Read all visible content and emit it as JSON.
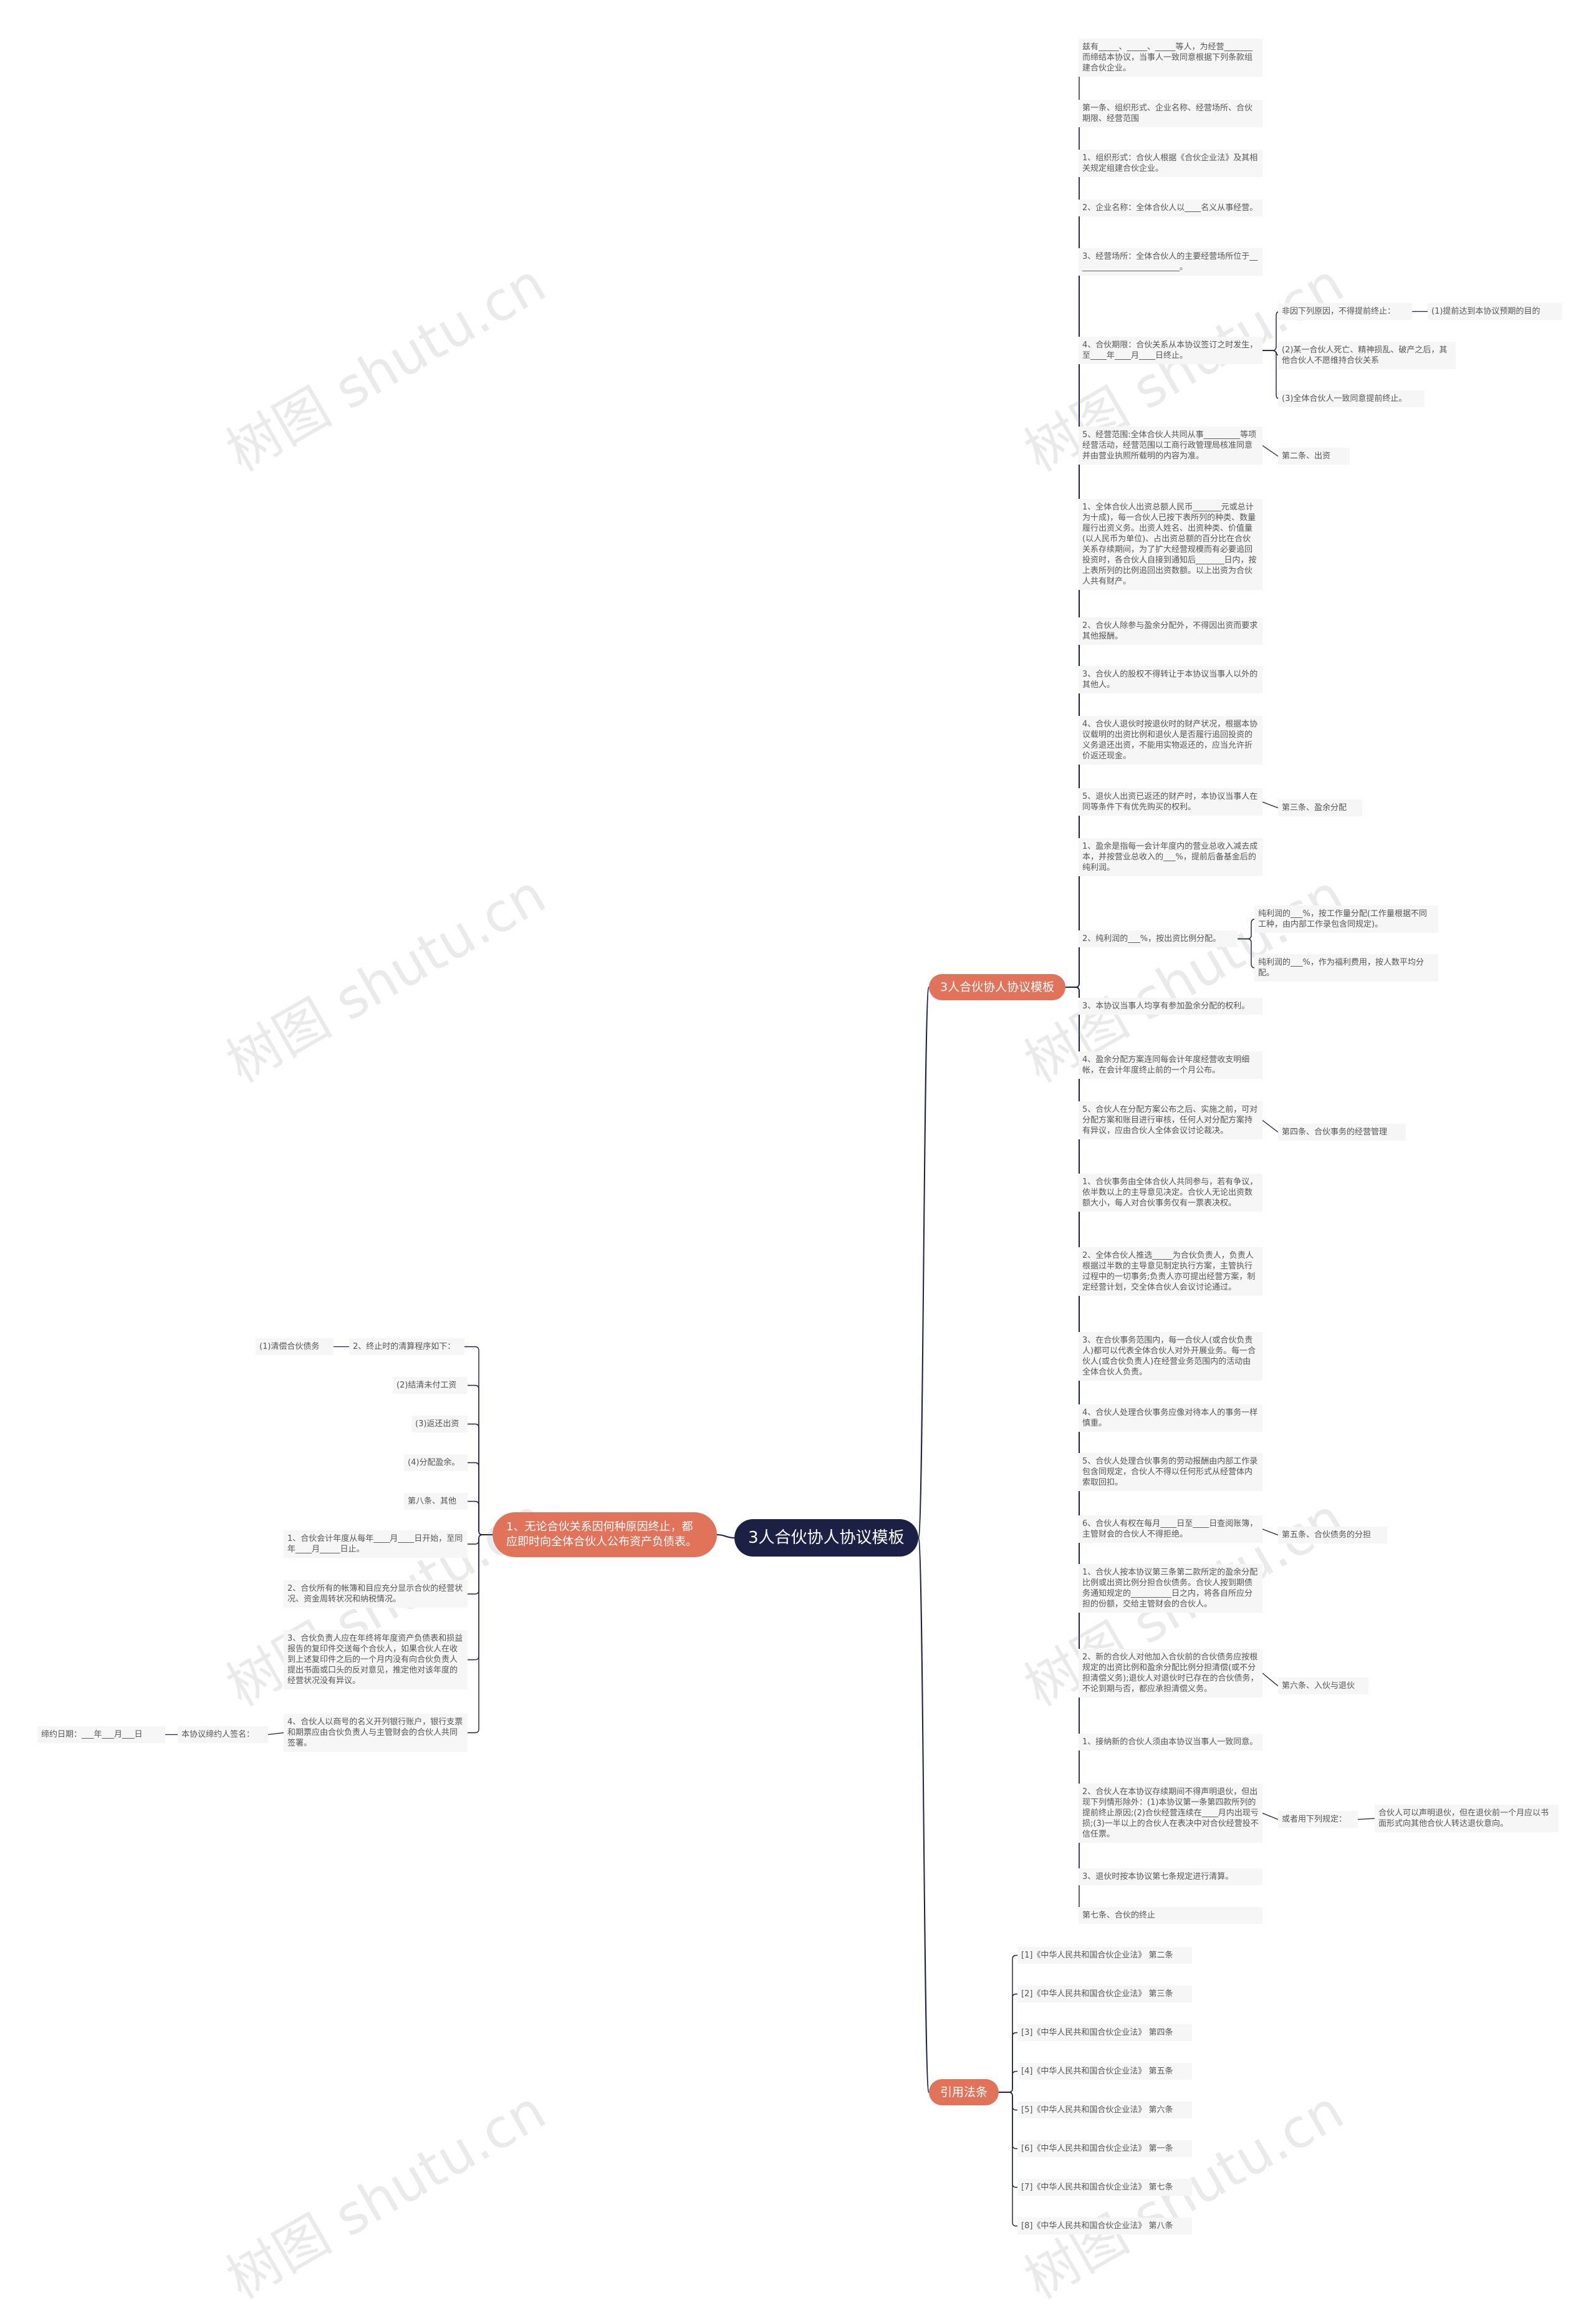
{
  "root": "3人合伙协人协议模板",
  "branches": {
    "template": "3人合伙协人协议模板",
    "refs": "引用法条",
    "left": "1、无论合伙关系因何种原因终止，都应即时向全体合伙人公布资产负债表。"
  },
  "right_items": {
    "r1": "兹有_____、_____、_____等人，为经营_______而缔结本协议，当事人一致同意根据下列条款组建合伙企业。",
    "r2": "第一条、组织形式、企业名称、经营场所、合伙期限、经营范围",
    "r3": "1、组织形式：合伙人根据《合伙企业法》及其相关规定组建合伙企业。",
    "r4": "2、企业名称：全体合伙人以____名义从事经营。",
    "r5": "3、经营场所：全体合伙人的主要经营场所位于__________________________。",
    "r6": "4、合伙期限：合伙关系从本协议签订之时发生，至____年____月____日终止。",
    "r7": "5、经营范围:全体合伙人共同从事_________等项经营活动，经营范围以工商行政管理局核准同意并由营业执照所载明的内容为准。",
    "r8": "1、全体合伙人出资总额人民币_______元或总计为十成)，每一合伙人已按下表所列的种类、数量履行出资义务。出资人姓名、出资种类、价值量(以人民币为单位)、占出资总额的百分比在合伙关系存续期间，为了扩大经营规模而有必要追回投资时，各合伙人自接到通知后_______日内，按上表所列的比例追回出资数额。以上出资为合伙人共有财产。",
    "r9": "2、合伙人除参与盈余分配外，不得因出资而要求其他报酬。",
    "r10": "3、合伙人的股权不得转让于本协议当事人以外的其他人。",
    "r11": "4、合伙人退伙时按退伙时的财产状况，根据本协议载明的出资比例和退伙人是否履行追回投资的义务退还出资，不能用实物返还的，应当允许折价返还现金。",
    "r12": "5、退伙人出资已返还的财产时，本协议当事人在同等条件下有优先购买的权利。",
    "r13": "1、盈余是指每一会计年度内的营业总收入减去成本，并按营业总收入的___%，提前后备基金后的纯利润。",
    "r14": "2、纯利润的___%，按出资比例分配。",
    "r15": "3、本协议当事人均享有参加盈余分配的权利。",
    "r16": "4、盈余分配方案连同每会计年度经营收支明细帐，在会计年度终止前的一个月公布。",
    "r17": "5、合伙人在分配方案公布之后、实施之前，可对分配方案和账目进行审核，任何人对分配方案持有异议，应由合伙人全体会议讨论裁决。",
    "r18": "1、合伙事务由全体合伙人共同参与，若有争议，依半数以上的主导意见决定。合伙人无论出资数额大小，每人对合伙事务仅有一票表决权。",
    "r19": "2、全体合伙人推选_____为合伙负责人，负责人根据过半数的主导意见制定执行方案，主管执行过程中的一切事务;负责人亦可提出经营方案，制定经营计划，交全体合伙人会议讨论通过。",
    "r20": "3、在合伙事务范围内，每一合伙人(或合伙负责人)都可以代表全体合伙人对外开展业务。每一合伙人(或合伙负责人)在经营业务范围内的活动由全体合伙人负责。",
    "r21": "4、合伙人处理合伙事务应像对待本人的事务一样慎重。",
    "r22": "5、合伙人处理合伙事务的劳动报酬由内部工作录包含同规定，合伙人不得以任何形式从经营体内索取回扣。",
    "r23": "6、合伙人有权在每月____日至____日查阅账簿，主管财会的合伙人不得拒绝。",
    "r24": "1、合伙人按本协议第三条第二款所定的盈余分配比例或出资比例分担合伙债务。合伙人按到期债务通知规定的__________日之内，将各自所应分担的份额，交给主管财会的合伙人。",
    "r25": "2、新的合伙人对他加入合伙前的合伙债务应按根规定的出资比例和盈余分配比例分担清偿(或不分担清偿义务);退伙人对退伙时已存在的合伙债务，不论到期与否，都应承担清偿义务。",
    "r26": "1、接纳新的合伙人须由本协议当事人一致同意。",
    "r27": "2、合伙人在本协议存续期间不得声明退伙，但出现下列情形除外：(1)本协议第一条第四款所列的提前终止原因;(2)合伙经营连续在____月内出现亏损;(3)一半以上的合伙人在表决中对合伙经营投不信任票。",
    "r28": "3、退伙时按本协议第七条规定进行清算。",
    "r29": "第七条、合伙的终止"
  },
  "level3": {
    "s1": "非因下列原因，不得提前终止：",
    "s1a": "(1)提前达到本协议预期的目的",
    "s2": "(2)某一合伙人死亡、精神损乱、破产之后，其他合伙人不愿维持合伙关系",
    "s3": "(3)全体合伙人一致同意提前终止。",
    "c2": "第二条、出资",
    "c3": "第三条、盈余分配",
    "p1": "纯利润的___%，按工作量分配(工作量根据不同工种，由内部工作录包含同规定)。",
    "p2": "纯利润的___%，作为福利费用，按人数平均分配。",
    "c4": "第四条、合伙事务的经营管理",
    "c5": "第五条、合伙债务的分担",
    "c6": "第六条、入伙与退伙",
    "q1": "或者用下列规定：",
    "q2": "合伙人可以声明退伙，但在退伙前一个月应以书面形式向其他合伙人转达退伙意向。"
  },
  "refs": [
    "[1]《中华人民共和国合伙企业法》 第二条",
    "[2]《中华人民共和国合伙企业法》 第三条",
    "[3]《中华人民共和国合伙企业法》 第四条",
    "[4]《中华人民共和国合伙企业法》 第五条",
    "[5]《中华人民共和国合伙企业法》 第六条",
    "[6]《中华人民共和国合伙企业法》 第一条",
    "[7]《中华人民共和国合伙企业法》 第七条",
    "[8]《中华人民共和国合伙企业法》 第八条"
  ],
  "left_items": {
    "l2": "2、终止时的清算程序如下：",
    "l2a": "(1)清偿合伙债务",
    "l3": "(2)结清未付工资",
    "l4": "(3)返还出资",
    "l5": "(4)分配盈余。",
    "l6": "第八条、其他",
    "l7": "1、合伙会计年度从每年____月____日开始，至同年____月_____日止。",
    "l8": "2、合伙所有的帐簿和目应充分显示合伙的经营状况、资金周转状况和纳税情况。",
    "l9": "3、合伙负责人应在年终将年度资产负债表和损益报告的复印件交送每个合伙人，如果合伙人在收到上述复印件之后的一个月内没有向合伙负责人提出书面或口头的反对意见，推定他对该年度的经营状况没有异议。",
    "l10": "4、合伙人以商号的名义开列银行账户，银行支票和期票应由合伙负责人与主管财会的合伙人共同签署。",
    "l11": "本协议缔约人签名：",
    "l12": "缔约日期：___年___月___日"
  },
  "watermark": "树图 shutu.cn",
  "colors": {
    "root": "#1c2045",
    "branch": "#e0735a",
    "line": "#1c2045",
    "text": "#555555"
  }
}
